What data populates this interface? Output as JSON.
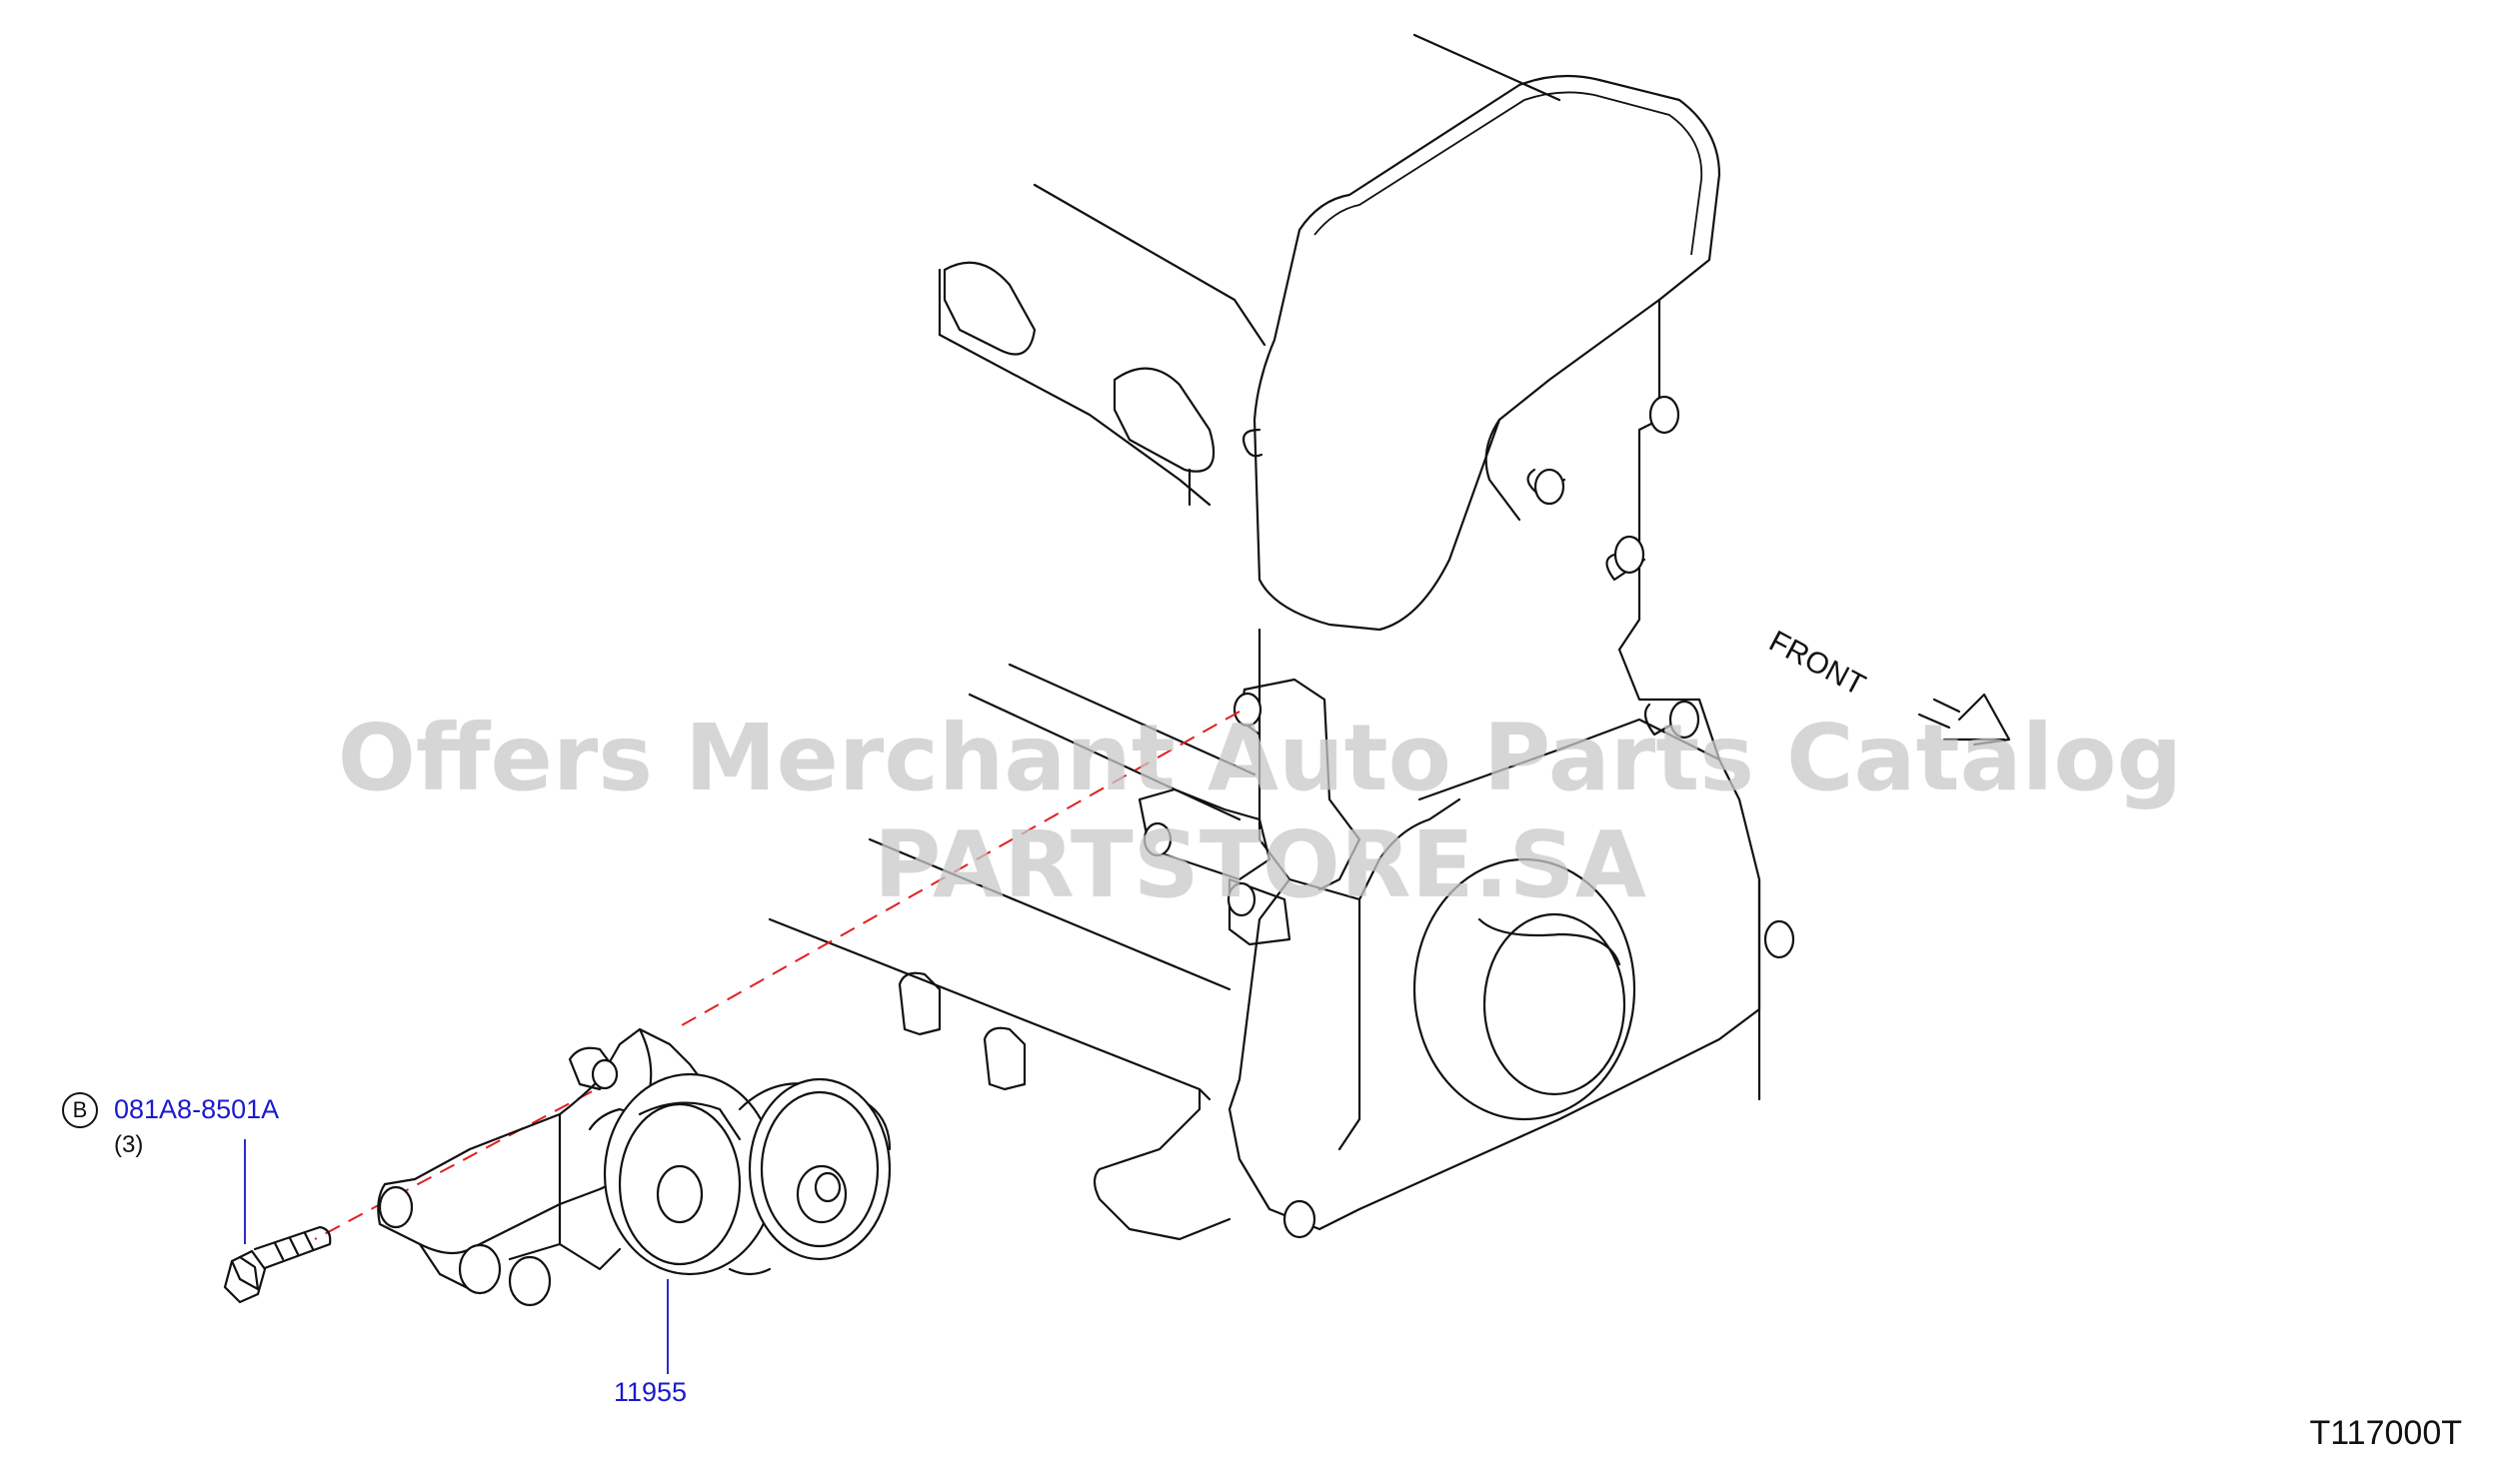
{
  "watermark": "Offers Merchant Auto Parts Catalog PARTSTORE.SA",
  "direction_label": "FRONT",
  "diagram_id": "T117000T",
  "callouts": [
    {
      "badge": "B",
      "part_number": "081A8-8501A",
      "quantity": "(3)"
    },
    {
      "part_number": "11955"
    }
  ],
  "colors": {
    "link": "#1a1ad0",
    "alignment_line": "#e02020",
    "lines": "#111111"
  }
}
